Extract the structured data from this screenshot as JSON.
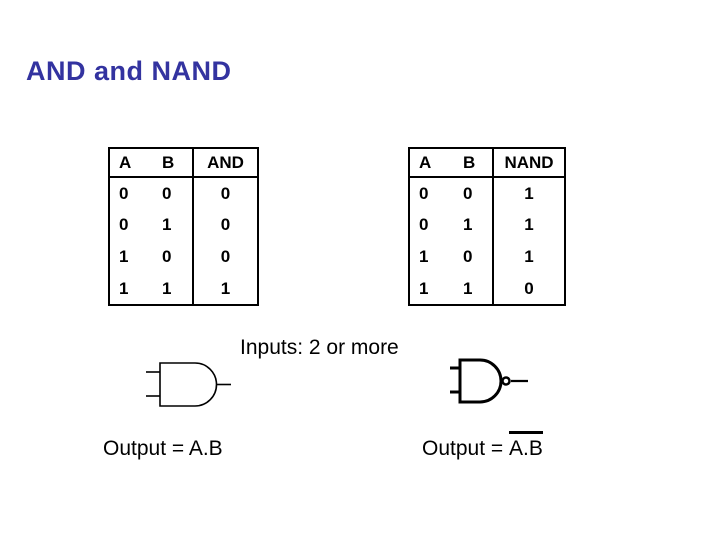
{
  "slide": {
    "title": "AND and NAND"
  },
  "colors": {
    "title_blue": "#3333A0",
    "line_black": "#000000",
    "background": "#FFFFFF"
  },
  "and_table": {
    "headers": [
      "A",
      "B",
      "AND"
    ],
    "rows": [
      [
        "0",
        "0",
        "0"
      ],
      [
        "0",
        "1",
        "0"
      ],
      [
        "1",
        "0",
        "0"
      ],
      [
        "1",
        "1",
        "1"
      ]
    ]
  },
  "nand_table": {
    "headers": [
      "A",
      "B",
      "NAND"
    ],
    "rows": [
      [
        "0",
        "0",
        "1"
      ],
      [
        "0",
        "1",
        "1"
      ],
      [
        "1",
        "0",
        "1"
      ],
      [
        "1",
        "1",
        "0"
      ]
    ]
  },
  "labels": {
    "inputs_note": "Inputs: 2 or more",
    "and_output_prefix": "Output = ",
    "and_output_formula": "A.B",
    "nand_output_prefix": "Output = ",
    "nand_output_formula": "A.B"
  },
  "symbols": {
    "and_gate": "and-gate-symbol",
    "nand_gate": "nand-gate-symbol"
  }
}
